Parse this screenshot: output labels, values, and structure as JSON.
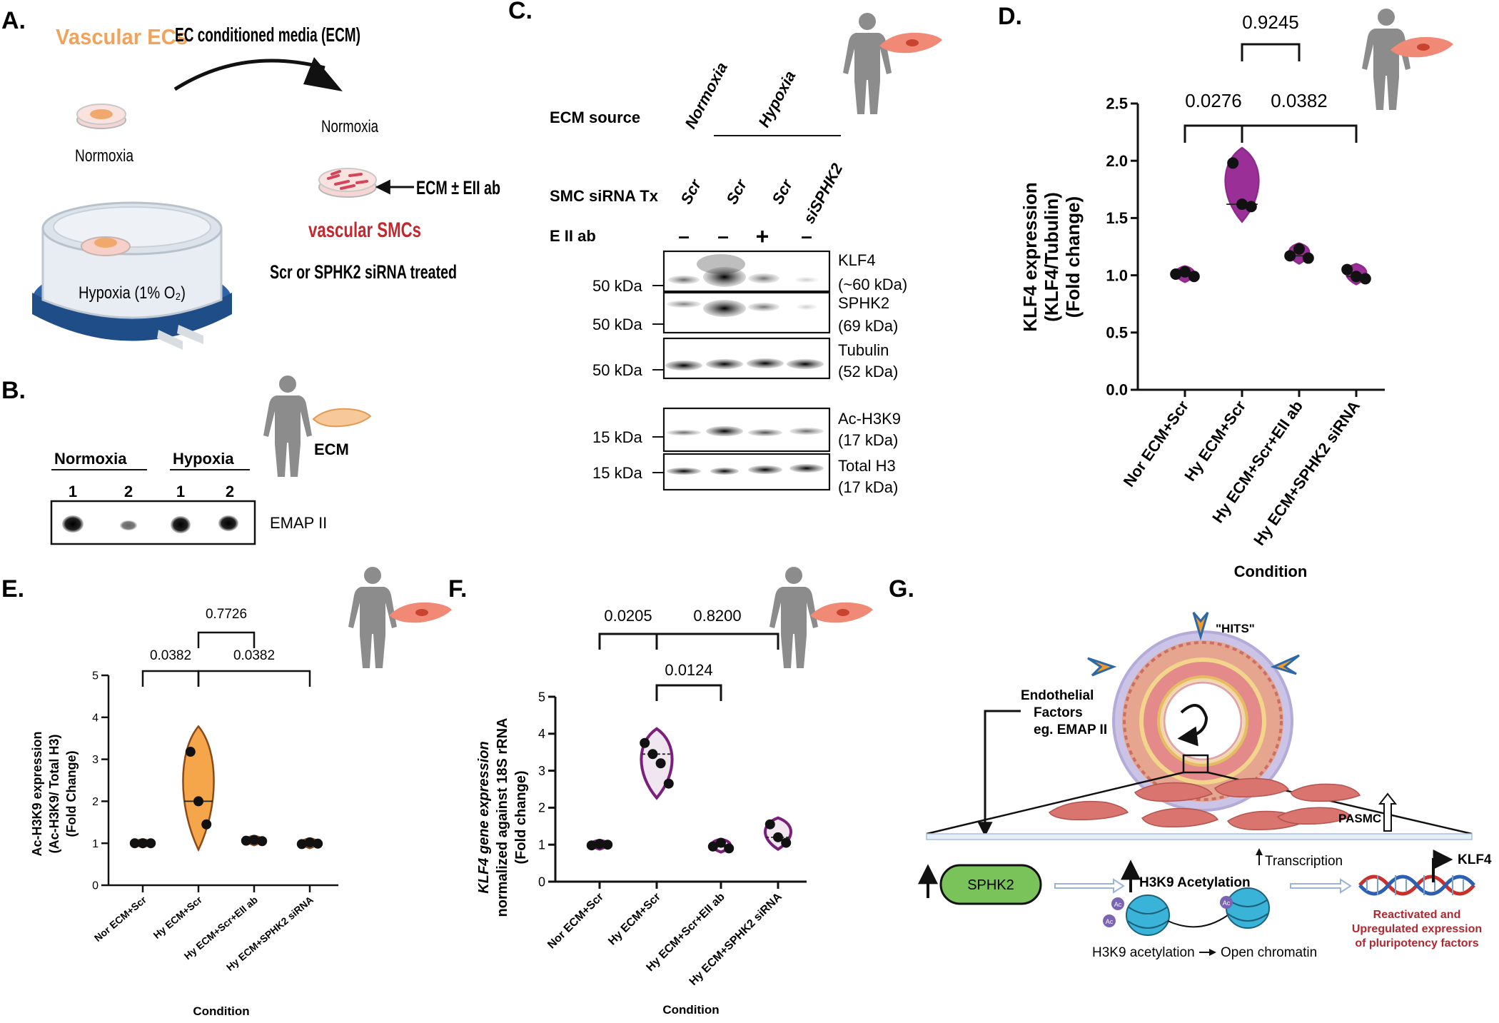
{
  "panels": {
    "A": {
      "label": "A.",
      "ecs_title": "Vascular ECs",
      "arrow_label": "EC conditioned media (ECM)",
      "normoxia_dish": "Normoxia",
      "hypoxia_chamber": "Hypoxia (1% O₂)",
      "target_normoxia": "Normoxia",
      "treatment": "ECM ± EII ab",
      "smcs_title": "vascular SMCs",
      "smcs_sub": "Scr or SPHK2 siRNA treated"
    },
    "B": {
      "label": "B.",
      "ecm": "ECM",
      "groups": [
        "Normoxia",
        "Hypoxia"
      ],
      "lanes": [
        "1",
        "2",
        "1",
        "2"
      ],
      "blot_label": "EMAP II"
    },
    "C": {
      "label": "C.",
      "ecm_source_label": "ECM source",
      "ecm_source": [
        "Normoxia",
        "Hypoxia"
      ],
      "sirna_label": "SMC siRNA Tx",
      "sirna": [
        "Scr",
        "Scr",
        "Scr",
        "siSPHK2"
      ],
      "eii_label": "E II ab",
      "eii": [
        "–",
        "–",
        "+",
        "–"
      ],
      "blots": [
        {
          "name": "KLF4",
          "size": "(~60 kDa)",
          "marker": "50 kDa"
        },
        {
          "name": "SPHK2",
          "size": "(69 kDa)",
          "marker": "50 kDa"
        },
        {
          "name": "Tubulin",
          "size": "(52 kDa)",
          "marker": "50 kDa"
        },
        {
          "name": "Ac-H3K9",
          "size": "(17 kDa)",
          "marker": "15 kDa"
        },
        {
          "name": "Total H3",
          "size": "(17 kDa)",
          "marker": "15 kDa"
        }
      ]
    },
    "D": {
      "label": "D.",
      "ylabel_lines": [
        "KLF4 expression",
        "(KLF4/Tubulin)",
        "(Fold change)"
      ],
      "xlabel": "Condition",
      "pvals": [
        "0.9245",
        "0.0276",
        "0.0382"
      ]
    },
    "E": {
      "label": "E.",
      "ylabel_lines": [
        "Ac-H3K9 expression",
        "(Ac-H3K9/ Total H3)",
        "(Fold Change)"
      ],
      "xlabel": "Condition",
      "pvals": [
        "0.7726",
        "0.0382",
        "0.0382"
      ]
    },
    "F": {
      "label": "F.",
      "ylabel_lines": [
        "KLF4 gene expression",
        "normalized against 18S rRNA",
        "(Fold change)"
      ],
      "xlabel": "Condition",
      "pvals": [
        "0.0205",
        "0.8200",
        "0.0124"
      ]
    },
    "G": {
      "label": "G.",
      "hits": "\"HITS\"",
      "endo": [
        "Endothelial",
        "Factors",
        "eg. EMAP II"
      ],
      "pasmc": "PASMC",
      "sphk2": "SPHK2",
      "h3k9": "H3K9 Acetylation",
      "transcription": "Transcription",
      "klf4": "KLF4",
      "chromatin_left": "H3K9 acetylation",
      "chromatin_right": "Open chromatin",
      "ac": "Ac",
      "reactivated": [
        "Reactivated and",
        "Upregulated expression",
        "of pluripotency factors"
      ]
    }
  },
  "chart_data": [
    {
      "type": "violin",
      "panel": "D",
      "categories": [
        "Nor ECM+Scr",
        "Hy ECM+Scr",
        "Hy ECM+Scr+EII ab",
        "Hy ECM+SPHK2 siRNA"
      ],
      "series": [
        {
          "values": [
            [
              1.01,
              1.03,
              0.99
            ],
            [
              1.98,
              1.62,
              1.6
            ],
            [
              1.17,
              1.23,
              1.15
            ],
            [
              1.05,
              0.99,
              0.97
            ]
          ]
        }
      ],
      "yticks": [
        "0.0",
        "0.5",
        "1.0",
        "1.5",
        "2.0",
        "2.5"
      ],
      "ylim": [
        0,
        2.5
      ],
      "comparisons": [
        {
          "from": 1,
          "to": 2,
          "p": "0.9245"
        },
        {
          "from": 0,
          "to": 1,
          "p": "0.0276"
        },
        {
          "from": 1,
          "to": 3,
          "p": "0.0382"
        }
      ],
      "color": "#8e2a8c"
    },
    {
      "type": "violin",
      "panel": "E",
      "categories": [
        "Nor ECM+Scr",
        "Hy ECM+Scr",
        "Hy ECM+Scr+EII ab",
        "Hy ECM+SPHK2 siRNA"
      ],
      "series": [
        {
          "values": [
            [
              1.0,
              1.0,
              1.0
            ],
            [
              3.18,
              2.0,
              1.45
            ],
            [
              1.06,
              1.08,
              1.05
            ],
            [
              0.98,
              1.02,
              0.99
            ]
          ]
        }
      ],
      "yticks": [
        "0",
        "1",
        "2",
        "3",
        "4",
        "5"
      ],
      "ylim": [
        0,
        5
      ],
      "comparisons": [
        {
          "from": 1,
          "to": 2,
          "p": "0.7726"
        },
        {
          "from": 0,
          "to": 1,
          "p": "0.0382"
        },
        {
          "from": 1,
          "to": 3,
          "p": "0.0382"
        }
      ],
      "color": "#8b4a1a",
      "fill": "#f5a54a"
    },
    {
      "type": "violin",
      "panel": "F",
      "categories": [
        "Nor ECM+Scr",
        "Hy ECM+Scr",
        "Hy ECM+Scr+EII ab",
        "Hy ECM+SPHK2 siRNA"
      ],
      "series": [
        {
          "values": [
            [
              0.98,
              1.02,
              1.0
            ],
            [
              3.75,
              3.45,
              3.2,
              2.65
            ],
            [
              0.95,
              1.05,
              0.9
            ],
            [
              1.55,
              1.2,
              1.05
            ]
          ]
        }
      ],
      "yticks": [
        "0",
        "1",
        "2",
        "3",
        "4",
        "5"
      ],
      "ylim": [
        0,
        5
      ],
      "comparisons": [
        {
          "from": 0,
          "to": 1,
          "p": "0.0205"
        },
        {
          "from": 1,
          "to": 3,
          "p": "0.8200"
        },
        {
          "from": 1,
          "to": 2,
          "p": "0.0124"
        }
      ],
      "color": "#7a1f7a"
    }
  ]
}
